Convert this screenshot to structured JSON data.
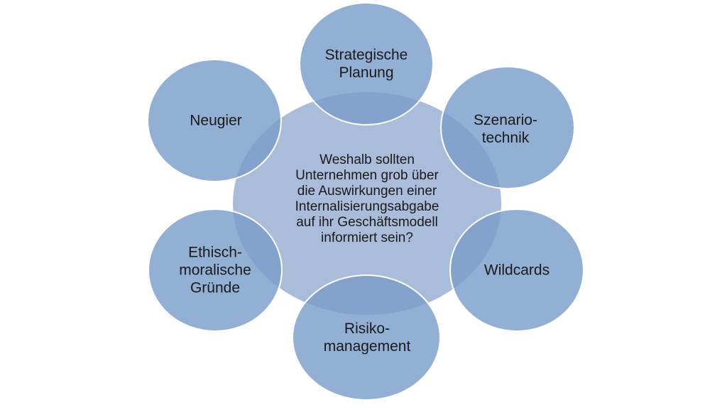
{
  "center": {
    "lines": [
      "Weshalb sollten",
      "Unternehmen grob über",
      "die Auswirkungen einer",
      "Internalisierungsabgabe",
      "auf ihr Geschäftsmodell",
      "informiert sein?"
    ]
  },
  "nodes": [
    {
      "id": "strategische-planung",
      "lines": [
        "Strategische",
        "Planung"
      ]
    },
    {
      "id": "szenariotechnik",
      "lines": [
        "Szenario-",
        "technik"
      ]
    },
    {
      "id": "wildcards",
      "lines": [
        "Wildcards"
      ]
    },
    {
      "id": "risikomanagement",
      "lines": [
        "Risiko-",
        "management"
      ]
    },
    {
      "id": "ethisch-moralische-gruende",
      "lines": [
        "Ethisch-",
        "moralische",
        "Gründe"
      ]
    },
    {
      "id": "neugier",
      "lines": [
        "Neugier"
      ]
    }
  ],
  "colors": {
    "center_fill": "#a9bcd9",
    "node_fill": "#7a9dca",
    "stroke": "#ffffff"
  }
}
